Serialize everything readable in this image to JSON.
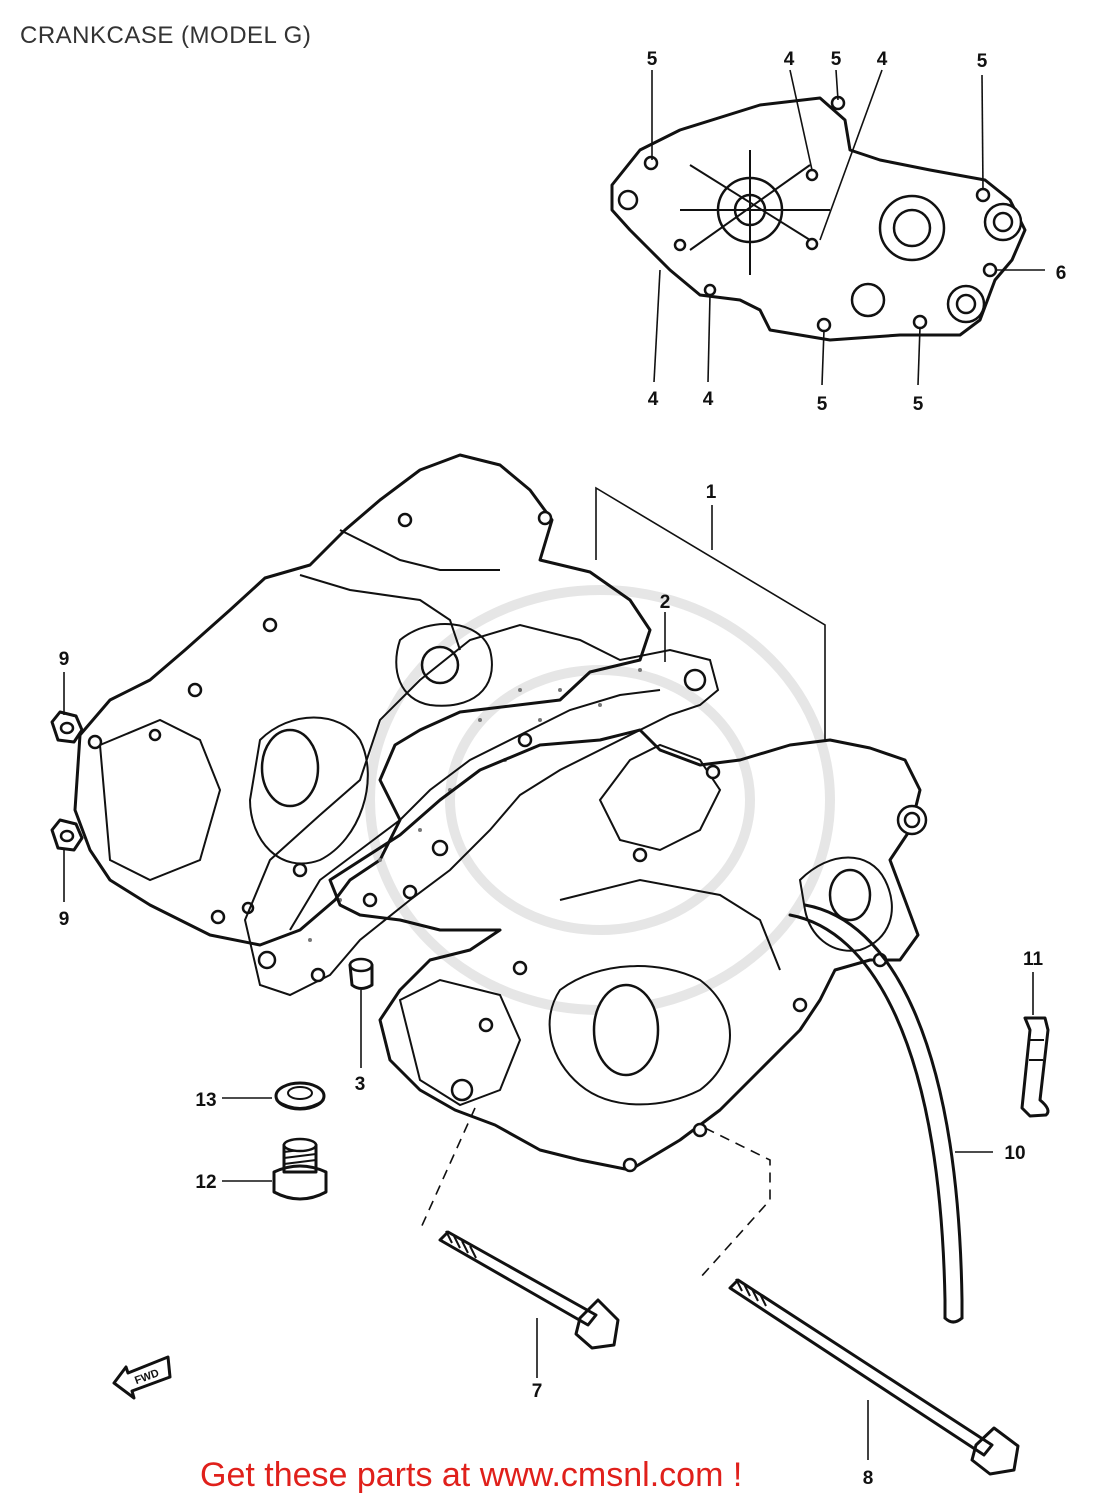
{
  "header": {
    "title": "CRANKCASE (MODEL G)"
  },
  "footer": {
    "text": "Get these parts at www.cmsnl.com !",
    "color": "#e0201b"
  },
  "arrow": {
    "text": "FWD"
  },
  "callouts": {
    "c1": "1",
    "c2": "2",
    "c3": "3",
    "c4a": "4",
    "c4b": "4",
    "c4c": "4",
    "c4d": "4",
    "c5a": "5",
    "c5b": "5",
    "c5c": "5",
    "c5d": "5",
    "c5e": "5",
    "c6": "6",
    "c7": "7",
    "c8": "8",
    "c9a": "9",
    "c9b": "9",
    "c10": "10",
    "c11": "11",
    "c12": "12",
    "c13": "13"
  }
}
